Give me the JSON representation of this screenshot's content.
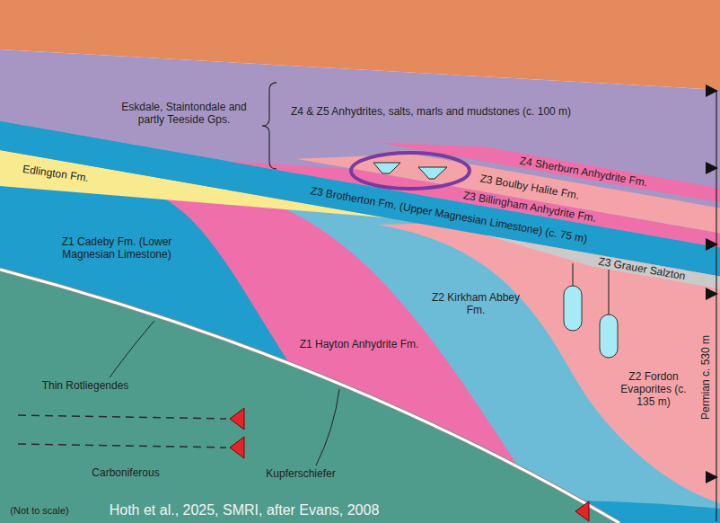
{
  "diagram": {
    "caption": "Hoth et al., 2025, SMRI, after Evans, 2008",
    "labels": [
      "Eskdale, Staintondale and partly Teeside Gps.",
      "Z4 & Z5 Anhydrites, salts, marls and mudstones (c. 100 m)",
      "Z4 Sherburn Anhydrite Fm.",
      "Z3 Boulby Halite Fm.",
      "Z3 Billingham Anhydrite Fm.",
      "Edlington Fm.",
      "Z3 Brotherton Fm. (Upper Magnesian Limestone) (c. 75 m)",
      "Z3 Grauer Salzton",
      "Z1 Cadeby Fm. (Lower Magnesian Limestone)",
      "Z2 Kirkham Abbey Fm.",
      "Z1 Hayton Anhydrite Fm.",
      "Z2 Fordon Evaporites (c. 135 m)",
      "Permian c. 530 m",
      "Thin Rotliegendes",
      "Carboniferous",
      "Kupferschiefer",
      "(Not to scale)"
    ]
  }
}
